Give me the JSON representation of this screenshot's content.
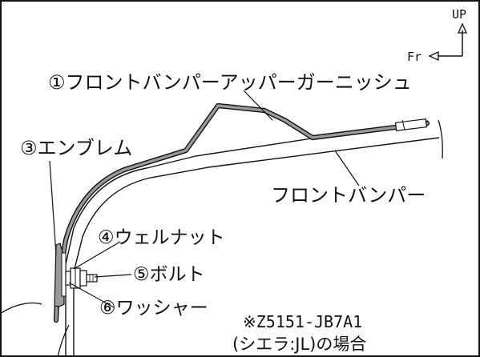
{
  "compass": {
    "up_label": "UP",
    "front_label": "Fr"
  },
  "parts": {
    "garnish": "①フロントバンパーアッパーガーニッシュ",
    "emblem": "③エンブレム",
    "bumper": "フロントバンパー",
    "weld_nut": "④ウェルナット",
    "bolt": "⑤ボルト",
    "washer": "⑥ワッシャー"
  },
  "note": {
    "code": "※Z5151-JB7A1",
    "condition": "(シエラ:JL)の場合"
  },
  "colors": {
    "line": "#111111",
    "garnish_fill": "#9a9a9a",
    "background": "#ffffff"
  }
}
